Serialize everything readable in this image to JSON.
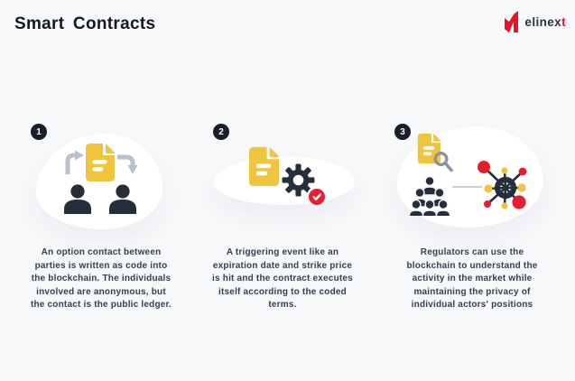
{
  "title": "Smart Contracts",
  "logo": {
    "brand_main": "elinex",
    "brand_accent": "t",
    "icon": "elinext-n-icon"
  },
  "colors": {
    "background": "#f7f8fa",
    "surface": "#ffffff",
    "ink_title": "#15181f",
    "ink_body": "#363e50",
    "navy_icon": "#262d3b",
    "yellow": "#efc43e",
    "red": "#e8132b",
    "check_red": "#ec1c31",
    "gray_arrow": "#b9c0cd",
    "badge_black": "#1a1e2a"
  },
  "steps": [
    {
      "number": "1",
      "icons": [
        "document-icon",
        "exchange-arrows-icon",
        "two-people-icon"
      ],
      "text": "An option contact between\nparties is written as code into\nthe blockchain. The individuals\ninvolved are anonymous, but\nthe contact is the public ledger."
    },
    {
      "number": "2",
      "icons": [
        "document-icon",
        "gear-icon",
        "check-badge-icon"
      ],
      "text": "A triggering event like an\nexpiration date and strike price\nis hit and the contract executes\nitself according to the coded\nterms."
    },
    {
      "number": "3",
      "icons": [
        "document-search-icon",
        "crowd-icon",
        "network-icon"
      ],
      "text": "Regulators can use the\nblockchain to understand the\nactivity in the market while\nmaintaining the privacy of\nindividual actors' positions"
    }
  ]
}
